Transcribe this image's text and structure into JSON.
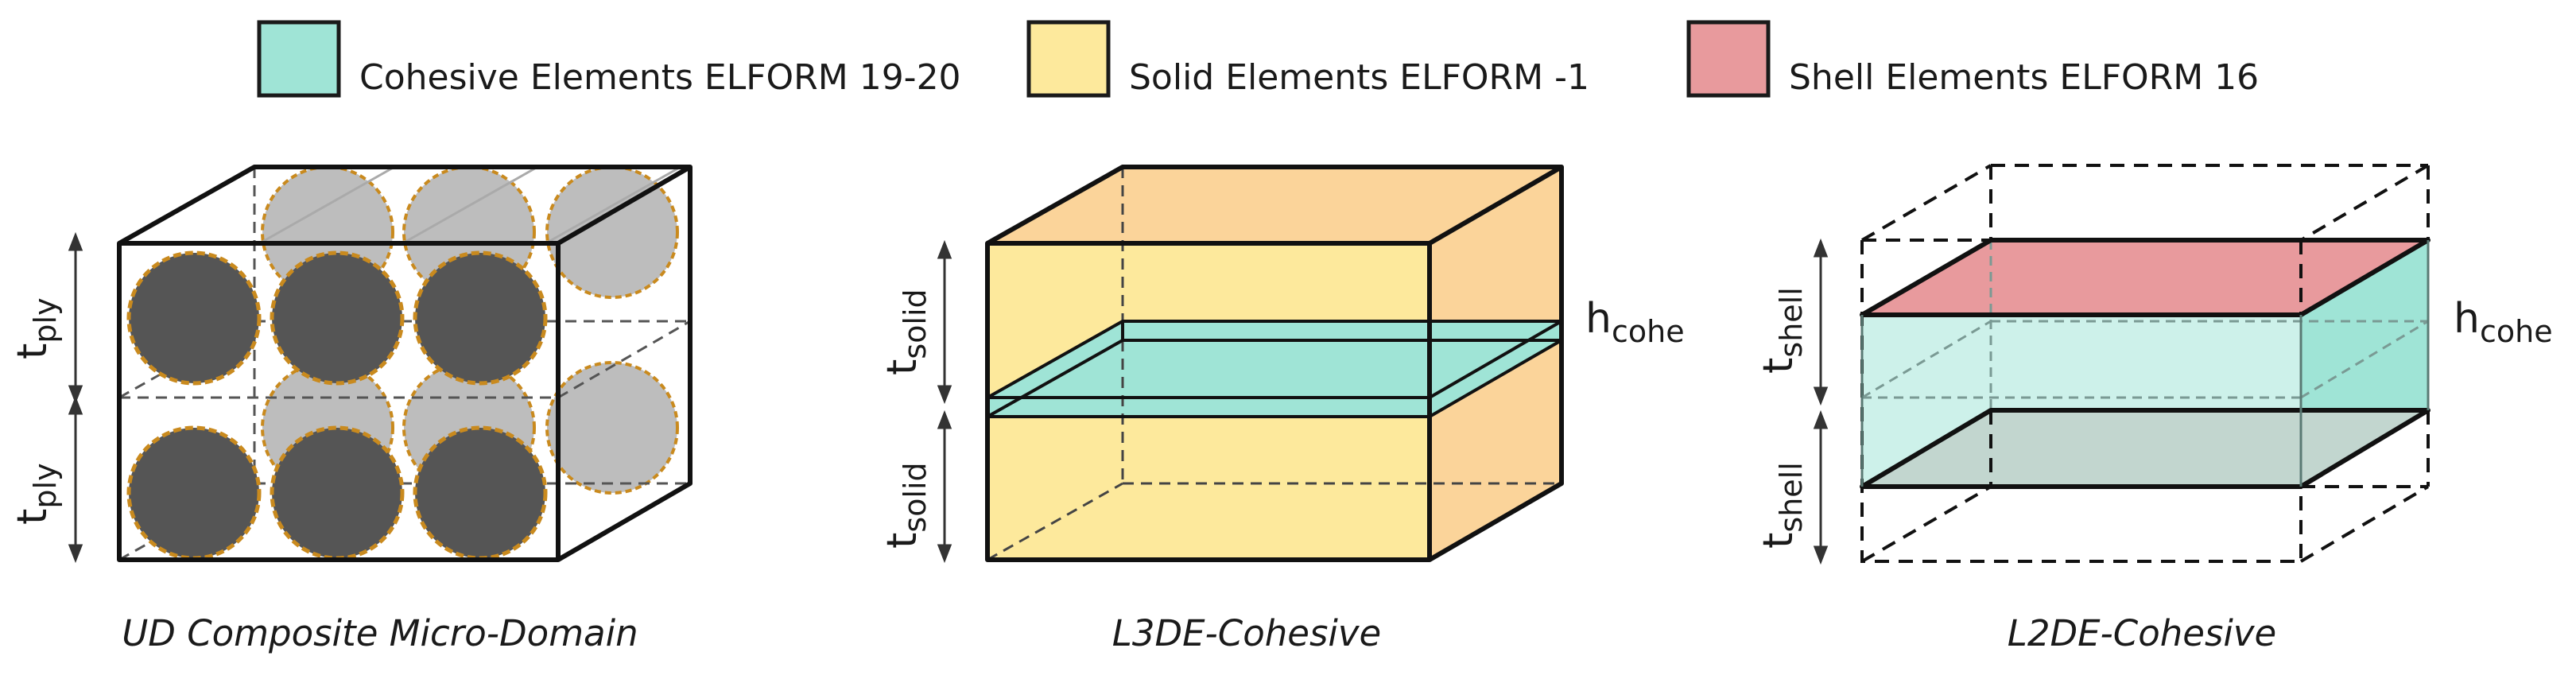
{
  "legend": [
    {
      "label": "Cohesive Elements ELFORM 19-20",
      "color": "#9fe4d6"
    },
    {
      "label": "Solid Elements ELFORM -1",
      "color": "#fde99c"
    },
    {
      "label": "Shell Elements ELFORM 16",
      "color": "#e89a9d"
    }
  ],
  "panels": {
    "ud": {
      "caption": "UD Composite Micro-Domain",
      "dim_upper": {
        "base": "t",
        "sub": "ply"
      },
      "dim_lower": {
        "base": "t",
        "sub": "ply"
      }
    },
    "l3de": {
      "caption": "L3DE-Cohesive",
      "dim_upper": {
        "base": "t",
        "sub": "solid"
      },
      "dim_lower": {
        "base": "t",
        "sub": "solid"
      },
      "dim_cohe": {
        "base": "h",
        "sub": "cohe"
      }
    },
    "l2de": {
      "caption": "L2DE-Cohesive",
      "dim_upper": {
        "base": "t",
        "sub": "shell"
      },
      "dim_lower": {
        "base": "t",
        "sub": "shell"
      },
      "dim_cohe": {
        "base": "h",
        "sub": "cohe"
      }
    }
  },
  "colors": {
    "fiber_front": "#555555",
    "fiber_back": "#bdbdbd",
    "fiber_border": "#c98a1e",
    "solid_front": "#fde99c",
    "solid_side": "#fbd49a",
    "cohesive": "#9fe4d6",
    "cohesive_light": "#cdf1ea",
    "shell": "#e89a9d",
    "shell_bottom": "#c2d6cf"
  }
}
